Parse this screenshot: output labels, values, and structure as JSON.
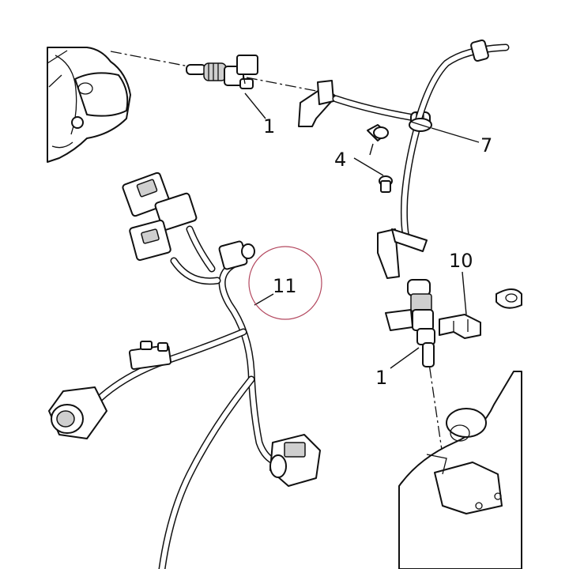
{
  "callouts": {
    "injector_top": "1",
    "injector_bottom": "1",
    "bolts": "4",
    "clamp": "7",
    "bracket": "10",
    "harness": "11"
  },
  "colors": {
    "ink": "#111111",
    "highlight_circle": "#b3485f"
  }
}
